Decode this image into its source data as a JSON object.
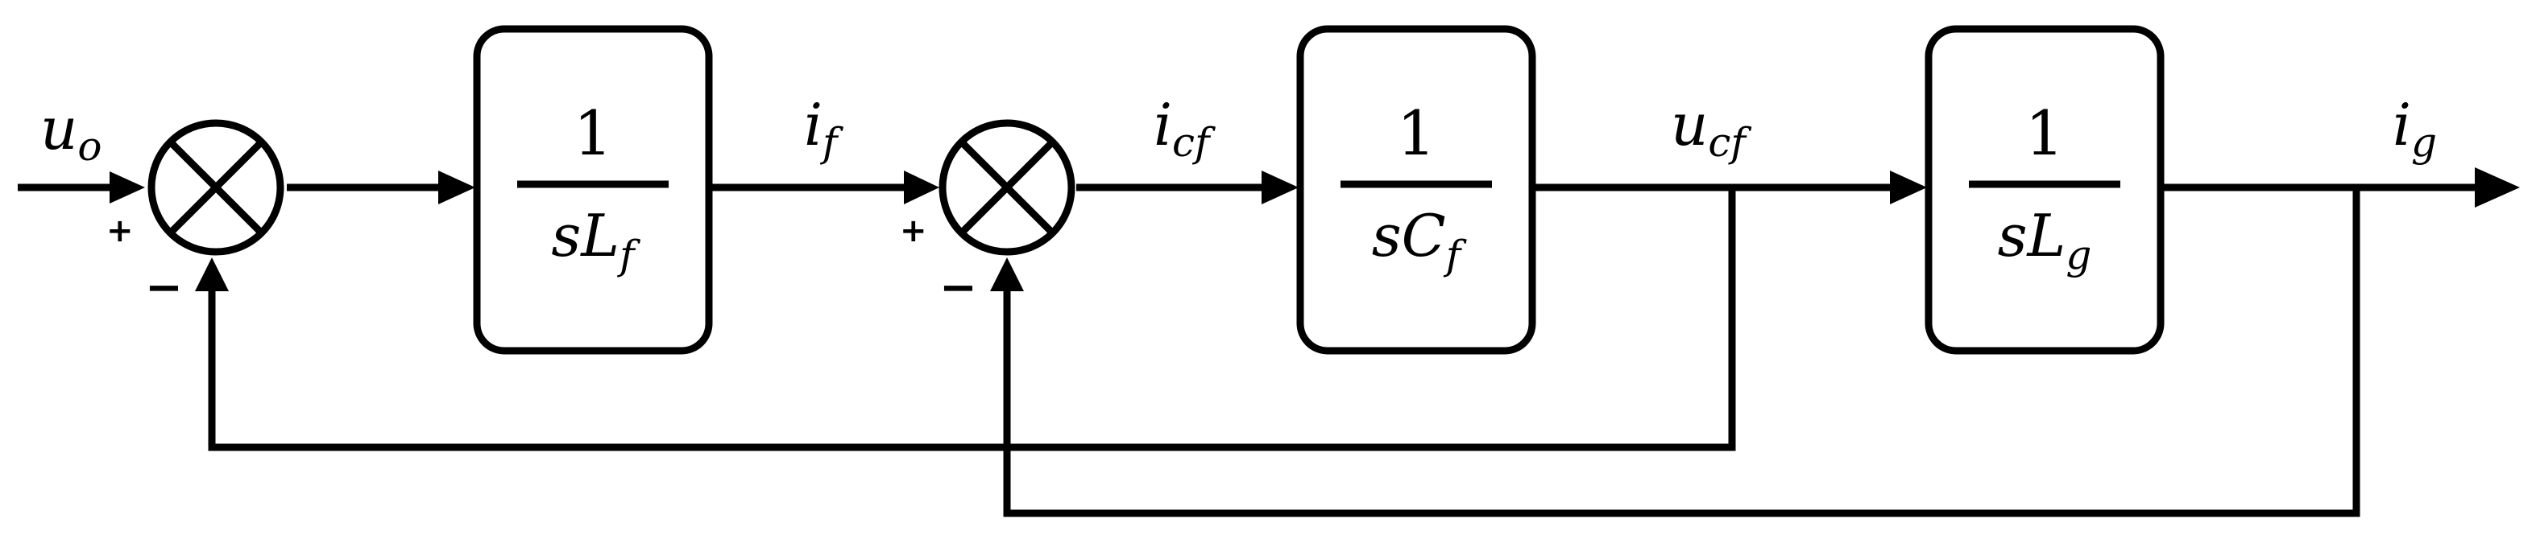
{
  "blocks": [
    {
      "id": "Lf",
      "numerator": "1",
      "den_var": "sL",
      "den_sub": "f"
    },
    {
      "id": "Cf",
      "numerator": "1",
      "den_var": "sC",
      "den_sub": "f"
    },
    {
      "id": "Lg",
      "numerator": "1",
      "den_var": "sL",
      "den_sub": "g"
    }
  ],
  "signals": {
    "uo": {
      "base": "u",
      "sub": "o"
    },
    "if": {
      "base": "i",
      "sub": "f"
    },
    "icf": {
      "base": "i",
      "sub": "cf"
    },
    "ucf": {
      "base": "u",
      "sub": "cf"
    },
    "ig": {
      "base": "i",
      "sub": "g"
    }
  },
  "signs": {
    "plus": "+",
    "minus": "−"
  }
}
